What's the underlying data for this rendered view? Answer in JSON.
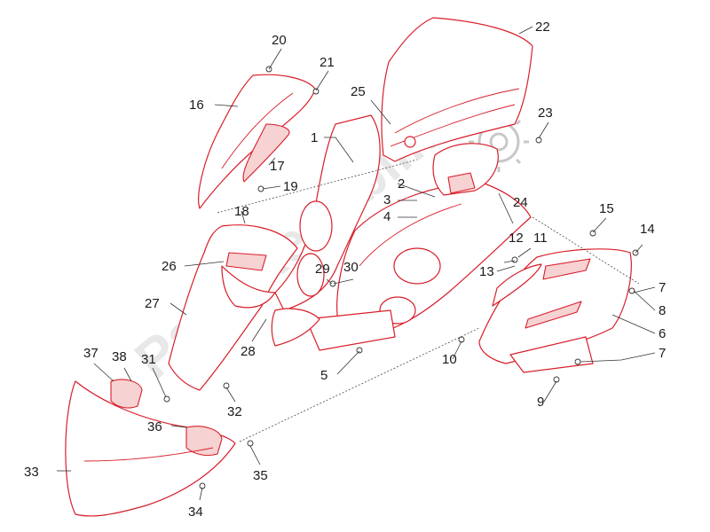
{
  "watermark": "PartsRepublik",
  "colors": {
    "line": "#d81e2a",
    "fill": "#f7d2d2",
    "text": "#1a1a1a",
    "watermark": "#d6d6d6"
  },
  "callouts": [
    "1",
    "2",
    "3",
    "4",
    "5",
    "6",
    "7",
    "7",
    "8",
    "9",
    "10",
    "11",
    "12",
    "13",
    "14",
    "15",
    "16",
    "17",
    "18",
    "19",
    "20",
    "21",
    "22",
    "23",
    "24",
    "25",
    "26",
    "27",
    "28",
    "29",
    "30",
    "31",
    "32",
    "33",
    "34",
    "35",
    "36",
    "37",
    "38"
  ]
}
